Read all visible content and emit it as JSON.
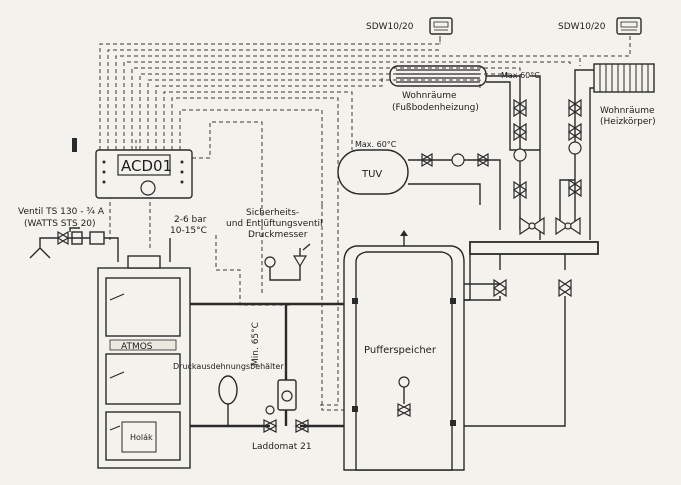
{
  "labels": {
    "sdw_left": "SDW10/20",
    "sdw_right": "SDW10/20",
    "controller": "ACD01",
    "floor_heating_1": "Wohnräume",
    "floor_heating_2": "(Fußbodenheizung)",
    "radiator_1": "Wohnräume",
    "radiator_2": "(Heizkörper)",
    "max_60_top": "Max 60°C",
    "max_60_tuv": "Max. 60°C",
    "tuv": "TUV",
    "ventil_1": "Ventil TS 130 - ¾ A",
    "ventil_2": "(WATTS STS 20)",
    "pressure_1": "2-6 bar",
    "pressure_2": "10-15°C",
    "safety_1": "Sicherheits-",
    "safety_2": "und Entlüftungsventil",
    "safety_3": "Druckmesser",
    "buffer": "Pufferspeicher",
    "min_65": "Min. 65°C",
    "expansion": "Druckausdehnungsbehälter",
    "boiler_brand": "ATMOS",
    "boiler_small": "Holák",
    "laddomat": "Laddomat 21"
  },
  "colors": {
    "background": "#f4f2ec",
    "line": "#2a2a2a"
  }
}
